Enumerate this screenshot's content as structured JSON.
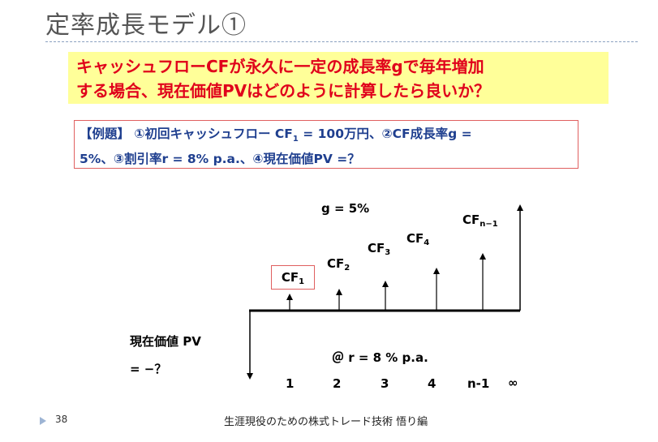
{
  "slide": {
    "title": "定率成長モデル①",
    "question_line1": "キャッシュフローCFが永久に一定の成長率gで毎年増加",
    "question_line2": "する場合、現在価値PVはどのように計算したら良いか？",
    "example_line1": "【例題】 ①初回キャッシュフロー CF",
    "example_line1_sub": "1",
    "example_line1_rest": " = 100万円、②CF成長率g =",
    "example_line2": "5%、③割引率r = 8% p.a.、④現在価値PV =？"
  },
  "diagram": {
    "growth_label": "g = 5%",
    "cf_labels": [
      {
        "base": "CF",
        "sub": "1"
      },
      {
        "base": "CF",
        "sub": "2"
      },
      {
        "base": "CF",
        "sub": "3"
      },
      {
        "base": "CF",
        "sub": "4"
      },
      {
        "base": "CF",
        "sub": "n−1"
      }
    ],
    "pv_label": "現在価値  PV",
    "pv_value": "= −？",
    "rate_label": "＠ r = 8 % p.a.",
    "periods": [
      "1",
      "2",
      "3",
      "4",
      "n-1",
      "∞"
    ]
  },
  "footer": {
    "page_number": "38",
    "text": "生涯現役のための株式トレード技術  悟り編"
  },
  "colors": {
    "question_text": "#e0001b",
    "question_bg": "#ffff99",
    "example_text": "#1f3f8f",
    "example_border": "#e06060",
    "title": "#555555"
  }
}
